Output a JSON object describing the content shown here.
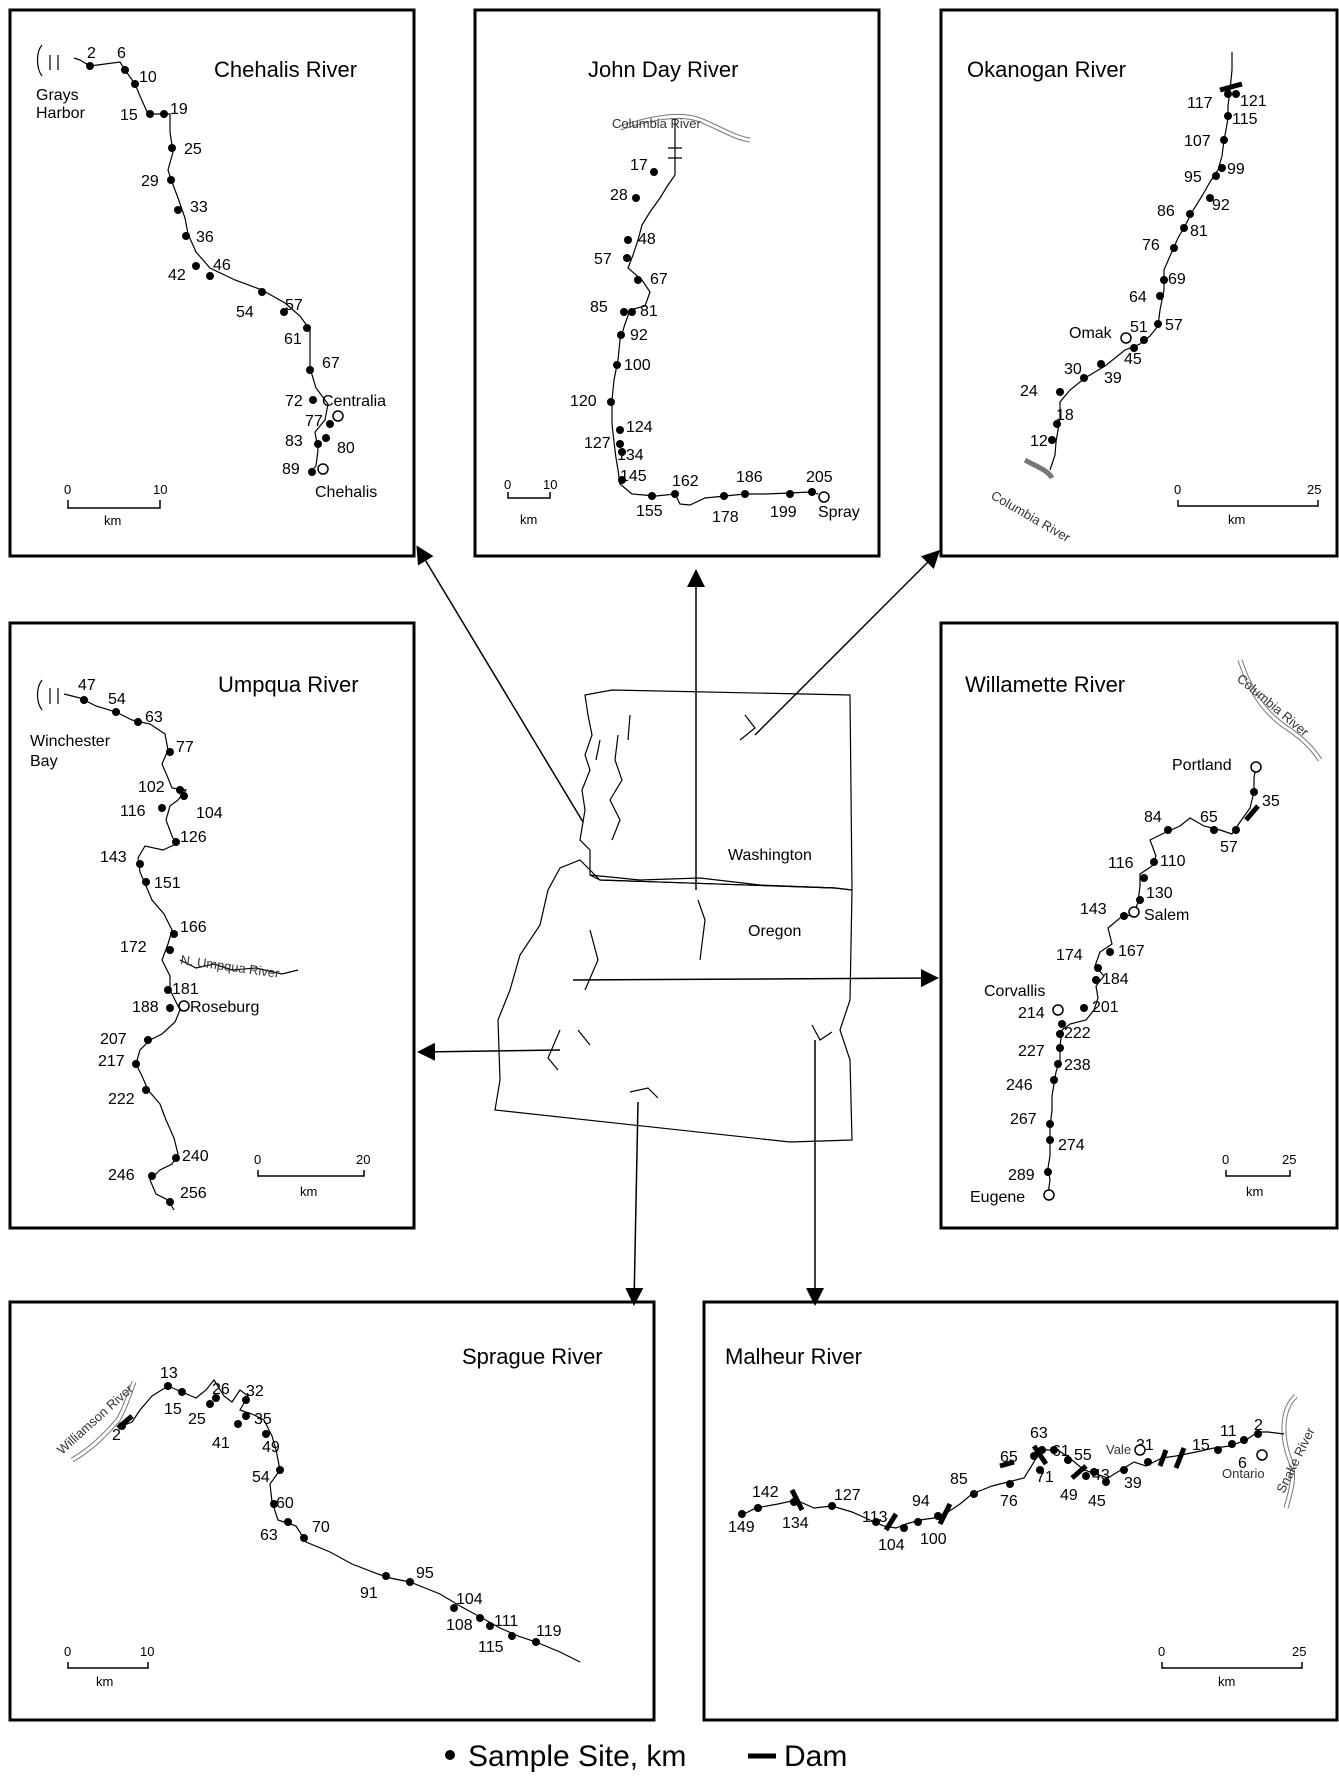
{
  "panels": {
    "chehalis": {
      "title": "Chehalis River",
      "sites": [
        "2",
        "6",
        "10",
        "15",
        "19",
        "25",
        "29",
        "33",
        "36",
        "42",
        "46",
        "54",
        "57",
        "61",
        "67",
        "72",
        "77",
        "80",
        "83",
        "89"
      ],
      "places": {
        "bay": "Grays Harbor",
        "city1": "Centralia",
        "city2": "Chehalis"
      },
      "scale": {
        "zero": "0",
        "max": "10",
        "unit": "km"
      }
    },
    "johnday": {
      "title": "John Day River",
      "sites": [
        "17",
        "28",
        "48",
        "57",
        "67",
        "81",
        "85",
        "92",
        "100",
        "120",
        "124",
        "127",
        "134",
        "145",
        "155",
        "162",
        "178",
        "186",
        "199",
        "205"
      ],
      "places": {
        "water": "Columbia River",
        "city": "Spray"
      },
      "scale": {
        "zero": "0",
        "max": "10",
        "unit": "km"
      }
    },
    "okanogan": {
      "title": "Okanogan River",
      "sites": [
        "117",
        "121",
        "115",
        "107",
        "99",
        "95",
        "92",
        "86",
        "81",
        "76",
        "69",
        "64",
        "57",
        "51",
        "45",
        "39",
        "30",
        "24",
        "18",
        "12"
      ],
      "places": {
        "city": "Omak",
        "water": "Columbia River"
      },
      "scale": {
        "zero": "0",
        "max": "25",
        "unit": "km"
      }
    },
    "umpqua": {
      "title": "Umpqua River",
      "sites": [
        "47",
        "54",
        "63",
        "77",
        "102",
        "104",
        "116",
        "126",
        "143",
        "151",
        "166",
        "172",
        "181",
        "188",
        "207",
        "217",
        "222",
        "240",
        "246",
        "256"
      ],
      "places": {
        "bay": "Winchester Bay",
        "water": "N. Umpqua River",
        "city": "Roseburg"
      },
      "scale": {
        "zero": "0",
        "max": "20",
        "unit": "km"
      }
    },
    "willamette": {
      "title": "Willamette River",
      "sites": [
        "35",
        "65",
        "57",
        "84",
        "110",
        "116",
        "130",
        "143",
        "167",
        "174",
        "184",
        "201",
        "214",
        "222",
        "227",
        "238",
        "246",
        "267",
        "274",
        "289"
      ],
      "places": {
        "water": "Columbia River",
        "city1": "Portland",
        "city2": "Salem",
        "city3": "Corvallis",
        "city4": "Eugene"
      },
      "scale": {
        "zero": "0",
        "max": "25",
        "unit": "km"
      }
    },
    "sprague": {
      "title": "Sprague River",
      "sites": [
        "2",
        "13",
        "15",
        "25",
        "26",
        "32",
        "35",
        "41",
        "49",
        "54",
        "60",
        "63",
        "70",
        "91",
        "95",
        "104",
        "108",
        "111",
        "115",
        "119"
      ],
      "places": {
        "water": "Williamson River"
      },
      "scale": {
        "zero": "0",
        "max": "10",
        "unit": "km"
      }
    },
    "malheur": {
      "title": "Malheur River",
      "sites": [
        "142",
        "149",
        "134",
        "127",
        "113",
        "104",
        "100",
        "94",
        "85",
        "76",
        "65",
        "63",
        "61",
        "71",
        "55",
        "49",
        "43",
        "45",
        "39",
        "31",
        "15",
        "11",
        "6",
        "2"
      ],
      "places": {
        "city1": "Vale",
        "city2": "Ontario",
        "water": "Snake River"
      },
      "scale": {
        "zero": "0",
        "max": "25",
        "unit": "km"
      }
    }
  },
  "states": {
    "north": "Washington",
    "south": "Oregon"
  },
  "legend": {
    "site": "Sample Site,  km",
    "dam": "Dam"
  }
}
